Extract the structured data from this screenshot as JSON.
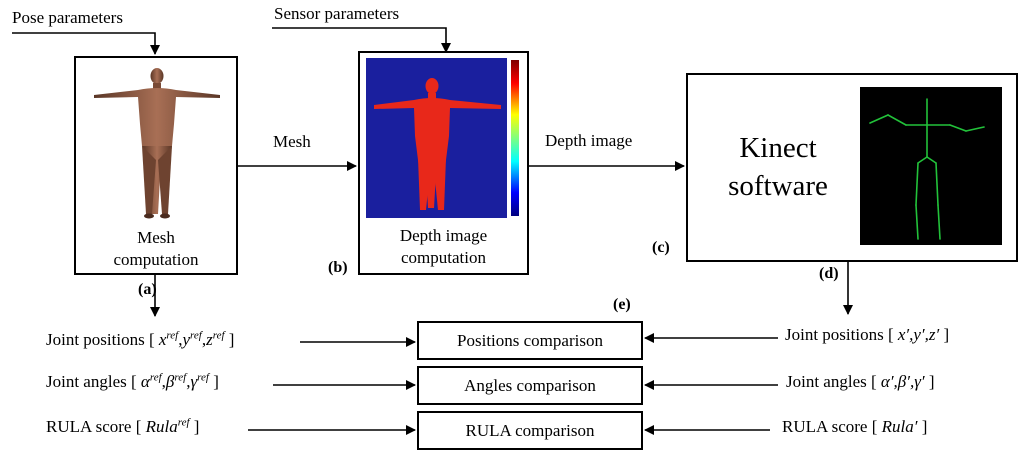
{
  "top_inputs": {
    "pose": "Pose parameters",
    "sensor": "Sensor parameters"
  },
  "boxes": {
    "mesh": {
      "line1": "Mesh",
      "line2": "computation",
      "label": "(a)"
    },
    "depth": {
      "line1": "Depth image",
      "line2": "computation",
      "label": "(b)"
    },
    "kinect": {
      "line1": "Kinect",
      "line2": "software",
      "label": "(c)"
    }
  },
  "arrow_labels": {
    "mesh": "Mesh",
    "depth_image": "Depth image",
    "d": "(d)",
    "e": "(e)"
  },
  "left_rows": {
    "positions": {
      "prefix": "Joint positions [",
      "v1": "x",
      "s1": "ref",
      "v2": "y",
      "s2": "ref",
      "v3": "z",
      "s3": "ref",
      "suffix": "]"
    },
    "angles": {
      "prefix": "Joint angles [",
      "v1": "α",
      "s1": "ref",
      "v2": "β",
      "s2": "ref",
      "v3": "γ",
      "s3": "ref",
      "suffix": "]"
    },
    "rula": {
      "prefix": "RULA score [",
      "v1": "Rula",
      "s1": "ref",
      "suffix": "]"
    }
  },
  "comparisons": {
    "positions": "Positions comparison",
    "angles": "Angles comparison",
    "rula": "RULA comparison"
  },
  "right_rows": {
    "positions": {
      "prefix": "Joint positions [",
      "vals": "x′,y′,z′",
      "suffix": "]"
    },
    "angles": {
      "prefix": "Joint angles [",
      "vals": "α′,β′,γ′",
      "suffix": "]"
    },
    "rula": {
      "prefix": "RULA score [",
      "vals": "Rula′",
      "suffix": "]"
    }
  },
  "colors": {
    "depth_background": "#1a1f9e",
    "depth_body": "#e8281a",
    "skeleton": "#22c23a",
    "kinect_panel": "#000000"
  },
  "icons": [
    "human-mesh-figure",
    "depth-body-silhouette",
    "depth-colorbar",
    "kinect-skeleton"
  ]
}
